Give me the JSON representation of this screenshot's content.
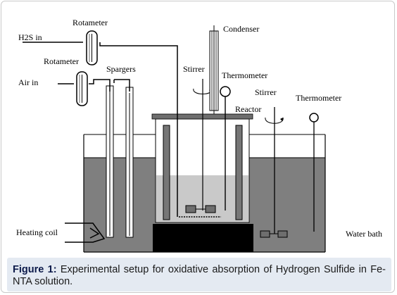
{
  "labels": {
    "h2s_in": "H2S in",
    "air_in": "Air in",
    "rotameter_top": "Rotameter",
    "rotameter_mid": "Rotameter",
    "spargers": "Spargers",
    "stirrer_reactor": "Stirrer",
    "condenser": "Condenser",
    "thermometer_reactor": "Thermometer",
    "stirrer_bath": "Stirrer",
    "thermometer_bath": "Thermometer",
    "reactor": "Reactor",
    "heating_coil": "Heating coil",
    "water_bath": "Water bath"
  },
  "caption": {
    "label": "Figure 1:",
    "text": "Experimental setup for oxidative absorption of Hydrogen Sulfide in Fe-NTA solution."
  },
  "colors": {
    "water": "#7f7f7f",
    "reactor_liquid": "#c9c9c9",
    "heater_block": "#000000",
    "lid": "#6e6e6e",
    "baffle": "#767676",
    "caption_bg": "#e4eaf2"
  }
}
